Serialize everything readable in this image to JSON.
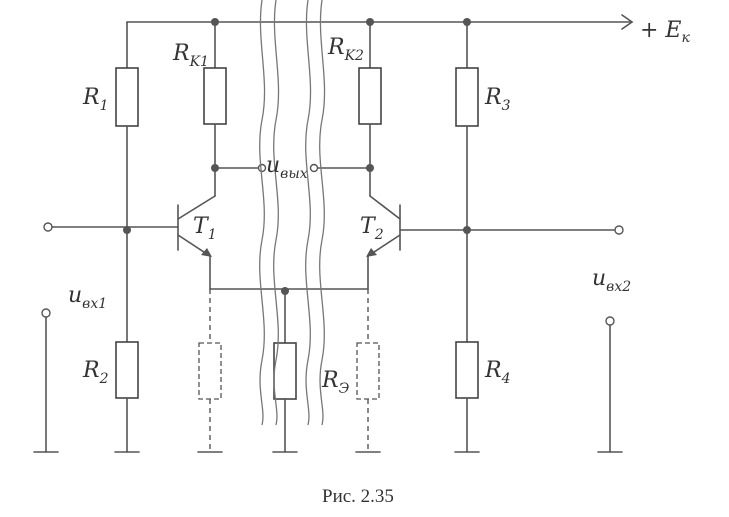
{
  "caption": "Рис. 2.35",
  "labels": {
    "supply": {
      "main": "+ E",
      "sub": "к"
    },
    "r1": {
      "main": "R",
      "sub": "1"
    },
    "rk1": {
      "main": "R",
      "sub": "K1"
    },
    "rk2": {
      "main": "R",
      "sub": "K2"
    },
    "r3": {
      "main": "R",
      "sub": "3"
    },
    "r2": {
      "main": "R",
      "sub": "2"
    },
    "r4": {
      "main": "R",
      "sub": "4"
    },
    "re": {
      "main": "R",
      "sub": "Э"
    },
    "t1": {
      "main": "T",
      "sub": "1"
    },
    "t2": {
      "main": "T",
      "sub": "2"
    },
    "uout": {
      "main": "u",
      "sub": "вых"
    },
    "uin1": {
      "main": "u",
      "sub": "вх1"
    },
    "uin2": {
      "main": "u",
      "sub": "вх2"
    }
  },
  "colors": {
    "line": "#555555",
    "text": "#333333"
  }
}
